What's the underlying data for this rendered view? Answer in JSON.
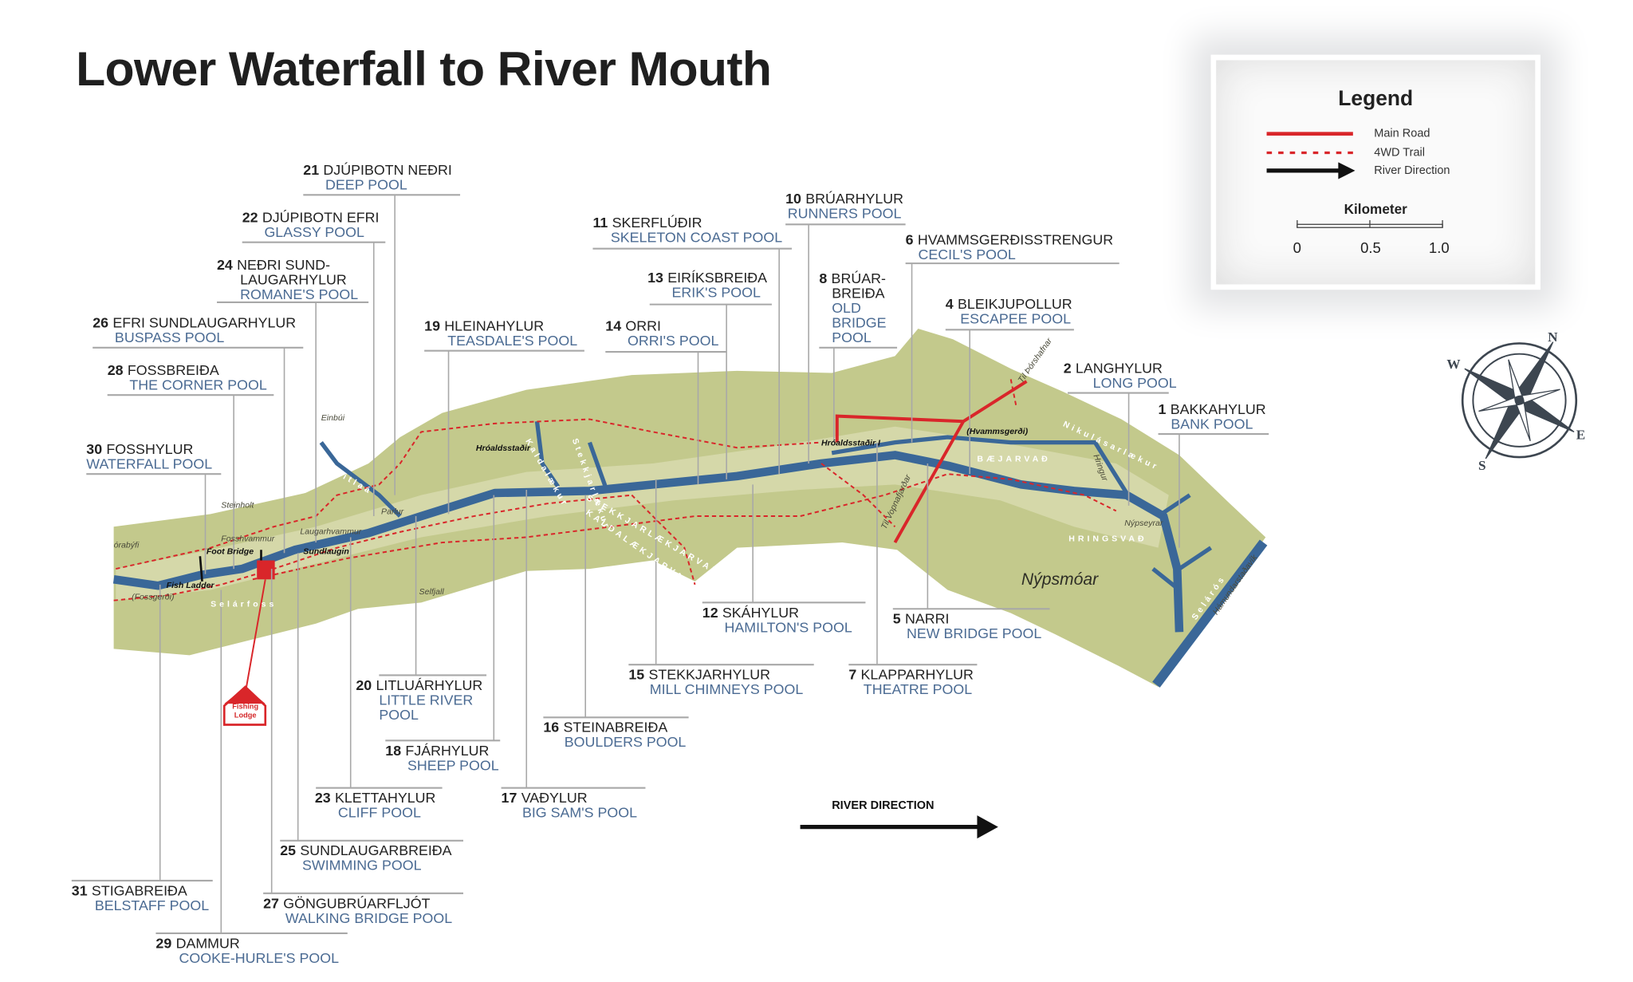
{
  "title": "Lower Waterfall to River Mouth",
  "colors": {
    "land": "#c3c98c",
    "land_light": "#d9dcb0",
    "river": "#3a6798",
    "road": "#d9262a",
    "label_english": "#4b6b93",
    "leader": "#a8a8a8"
  },
  "legend": {
    "title": "Legend",
    "items": [
      {
        "label": "Main Road",
        "symbol": "solid-red-line"
      },
      {
        "label": "4WD Trail",
        "symbol": "dashed-red-line"
      },
      {
        "label": "River Direction",
        "symbol": "black-arrow"
      }
    ],
    "scale_title": "Kilometer",
    "scale_ticks": [
      "0",
      "0.5",
      "1.0"
    ]
  },
  "compass": {
    "n": "N",
    "e": "E",
    "s": "S",
    "w": "W"
  },
  "river_direction": "RIVER DIRECTION",
  "fishing_lodge": "Fishing Lodge",
  "pools": [
    {
      "num": "21",
      "name": [
        "DJÚPIBOTN NEÐRI"
      ],
      "english": [
        "DEEP POOL"
      ]
    },
    {
      "num": "22",
      "name": [
        "DJÚPIBOTN EFRI"
      ],
      "english": [
        "GLASSY POOL"
      ]
    },
    {
      "num": "24",
      "name": [
        "NEÐRI SUND-",
        "LAUGARHYLUR"
      ],
      "english": [
        "ROMANE'S POOL"
      ]
    },
    {
      "num": "26",
      "name": [
        "EFRI SUNDLAUGARHYLUR"
      ],
      "english": [
        "BUSPASS POOL"
      ]
    },
    {
      "num": "28",
      "name": [
        "FOSSBREIÐA"
      ],
      "english": [
        "THE CORNER POOL"
      ]
    },
    {
      "num": "30",
      "name": [
        "FOSSHYLUR"
      ],
      "english": [
        "WATERFALL POOL"
      ]
    },
    {
      "num": "19",
      "name": [
        "HLEINAHYLUR"
      ],
      "english": [
        "TEASDALE'S POOL"
      ]
    },
    {
      "num": "11",
      "name": [
        "SKERFLÚÐIR"
      ],
      "english": [
        "SKELETON COAST POOL"
      ]
    },
    {
      "num": "13",
      "name": [
        "EIRÍKSBREIÐA"
      ],
      "english": [
        "ERIK'S POOL"
      ]
    },
    {
      "num": "14",
      "name": [
        "ORRI"
      ],
      "english": [
        "ORRI'S POOL"
      ]
    },
    {
      "num": "10",
      "name": [
        "BRÚARHYLUR"
      ],
      "english": [
        "RUNNERS POOL"
      ]
    },
    {
      "num": "8",
      "name": [
        "BRÚAR-",
        "BREIÐA"
      ],
      "english": [
        "OLD",
        "BRIDGE",
        "POOL"
      ]
    },
    {
      "num": "6",
      "name": [
        "HVAMMSGERÐISSTRENGUR"
      ],
      "english": [
        "CECIL'S POOL"
      ]
    },
    {
      "num": "4",
      "name": [
        "BLEIKJUPOLLUR"
      ],
      "english": [
        "ESCAPEE POOL"
      ]
    },
    {
      "num": "2",
      "name": [
        "LANGHYLUR"
      ],
      "english": [
        "LONG POOL"
      ]
    },
    {
      "num": "1",
      "name": [
        "BAKKAHYLUR"
      ],
      "english": [
        "BANK POOL"
      ]
    },
    {
      "num": "12",
      "name": [
        "SKÁHYLUR"
      ],
      "english": [
        "HAMILTON'S POOL"
      ]
    },
    {
      "num": "5",
      "name": [
        "NARRI"
      ],
      "english": [
        "NEW BRIDGE POOL"
      ]
    },
    {
      "num": "15",
      "name": [
        "STEKKJARHYLUR"
      ],
      "english": [
        "MILL CHIMNEYS POOL"
      ]
    },
    {
      "num": "7",
      "name": [
        "KLAPPARHYLUR"
      ],
      "english": [
        "THEATRE POOL"
      ]
    },
    {
      "num": "16",
      "name": [
        "STEINABREIÐA"
      ],
      "english": [
        "BOULDERS POOL"
      ]
    },
    {
      "num": "20",
      "name": [
        "LITLUÁRHYLUR"
      ],
      "english": [
        "LITTLE RIVER",
        "POOL"
      ]
    },
    {
      "num": "18",
      "name": [
        "FJÁRHYLUR"
      ],
      "english": [
        "SHEEP POOL"
      ]
    },
    {
      "num": "17",
      "name": [
        "VAÐYLUR"
      ],
      "english": [
        "BIG SAM'S POOL"
      ]
    },
    {
      "num": "23",
      "name": [
        "KLETTAHYLUR"
      ],
      "english": [
        "CLIFF POOL"
      ]
    },
    {
      "num": "25",
      "name": [
        "SUNDLAUGARBREIÐA"
      ],
      "english": [
        "SWIMMING POOL"
      ]
    },
    {
      "num": "27",
      "name": [
        "GÖNGUBRÚARFLJÓT"
      ],
      "english": [
        "WALKING BRIDGE POOL"
      ]
    },
    {
      "num": "31",
      "name": [
        "STIGABREIÐA"
      ],
      "english": [
        "BELSTAFF POOL"
      ]
    },
    {
      "num": "29",
      "name": [
        "DAMMUR"
      ],
      "english": [
        "COOKE-HURLE'S POOL"
      ]
    }
  ],
  "places": [
    "Einbúi",
    "Steinholt",
    "Fosshvammur",
    "Laugarhvammur",
    "Parlur",
    "Selfjall",
    "Selárfoss",
    "Hróaldsstaðir",
    "Hróaldsstaðir I",
    "(Hvammsgerði)",
    "BÆJARVAÐ",
    "Nikulásarlækur",
    "Hringur",
    "Nýpseyrar",
    "HRINGSVAÐ",
    "Nýpsmóar",
    "Selárós",
    "Hámundarstaðavík",
    "Til Vopnafjarðar",
    "Til Þórshafnar",
    "Fish Ladder",
    "Foot Bridge",
    "Sundlaugin",
    "(Fossgerði)",
    "órabýfi",
    "Litlaá",
    "Kaldalækur",
    "Stekkjarlækur",
    "STEKKJARLÆKJARVAÐ",
    "KALDALÆKJARVAÐ"
  ]
}
